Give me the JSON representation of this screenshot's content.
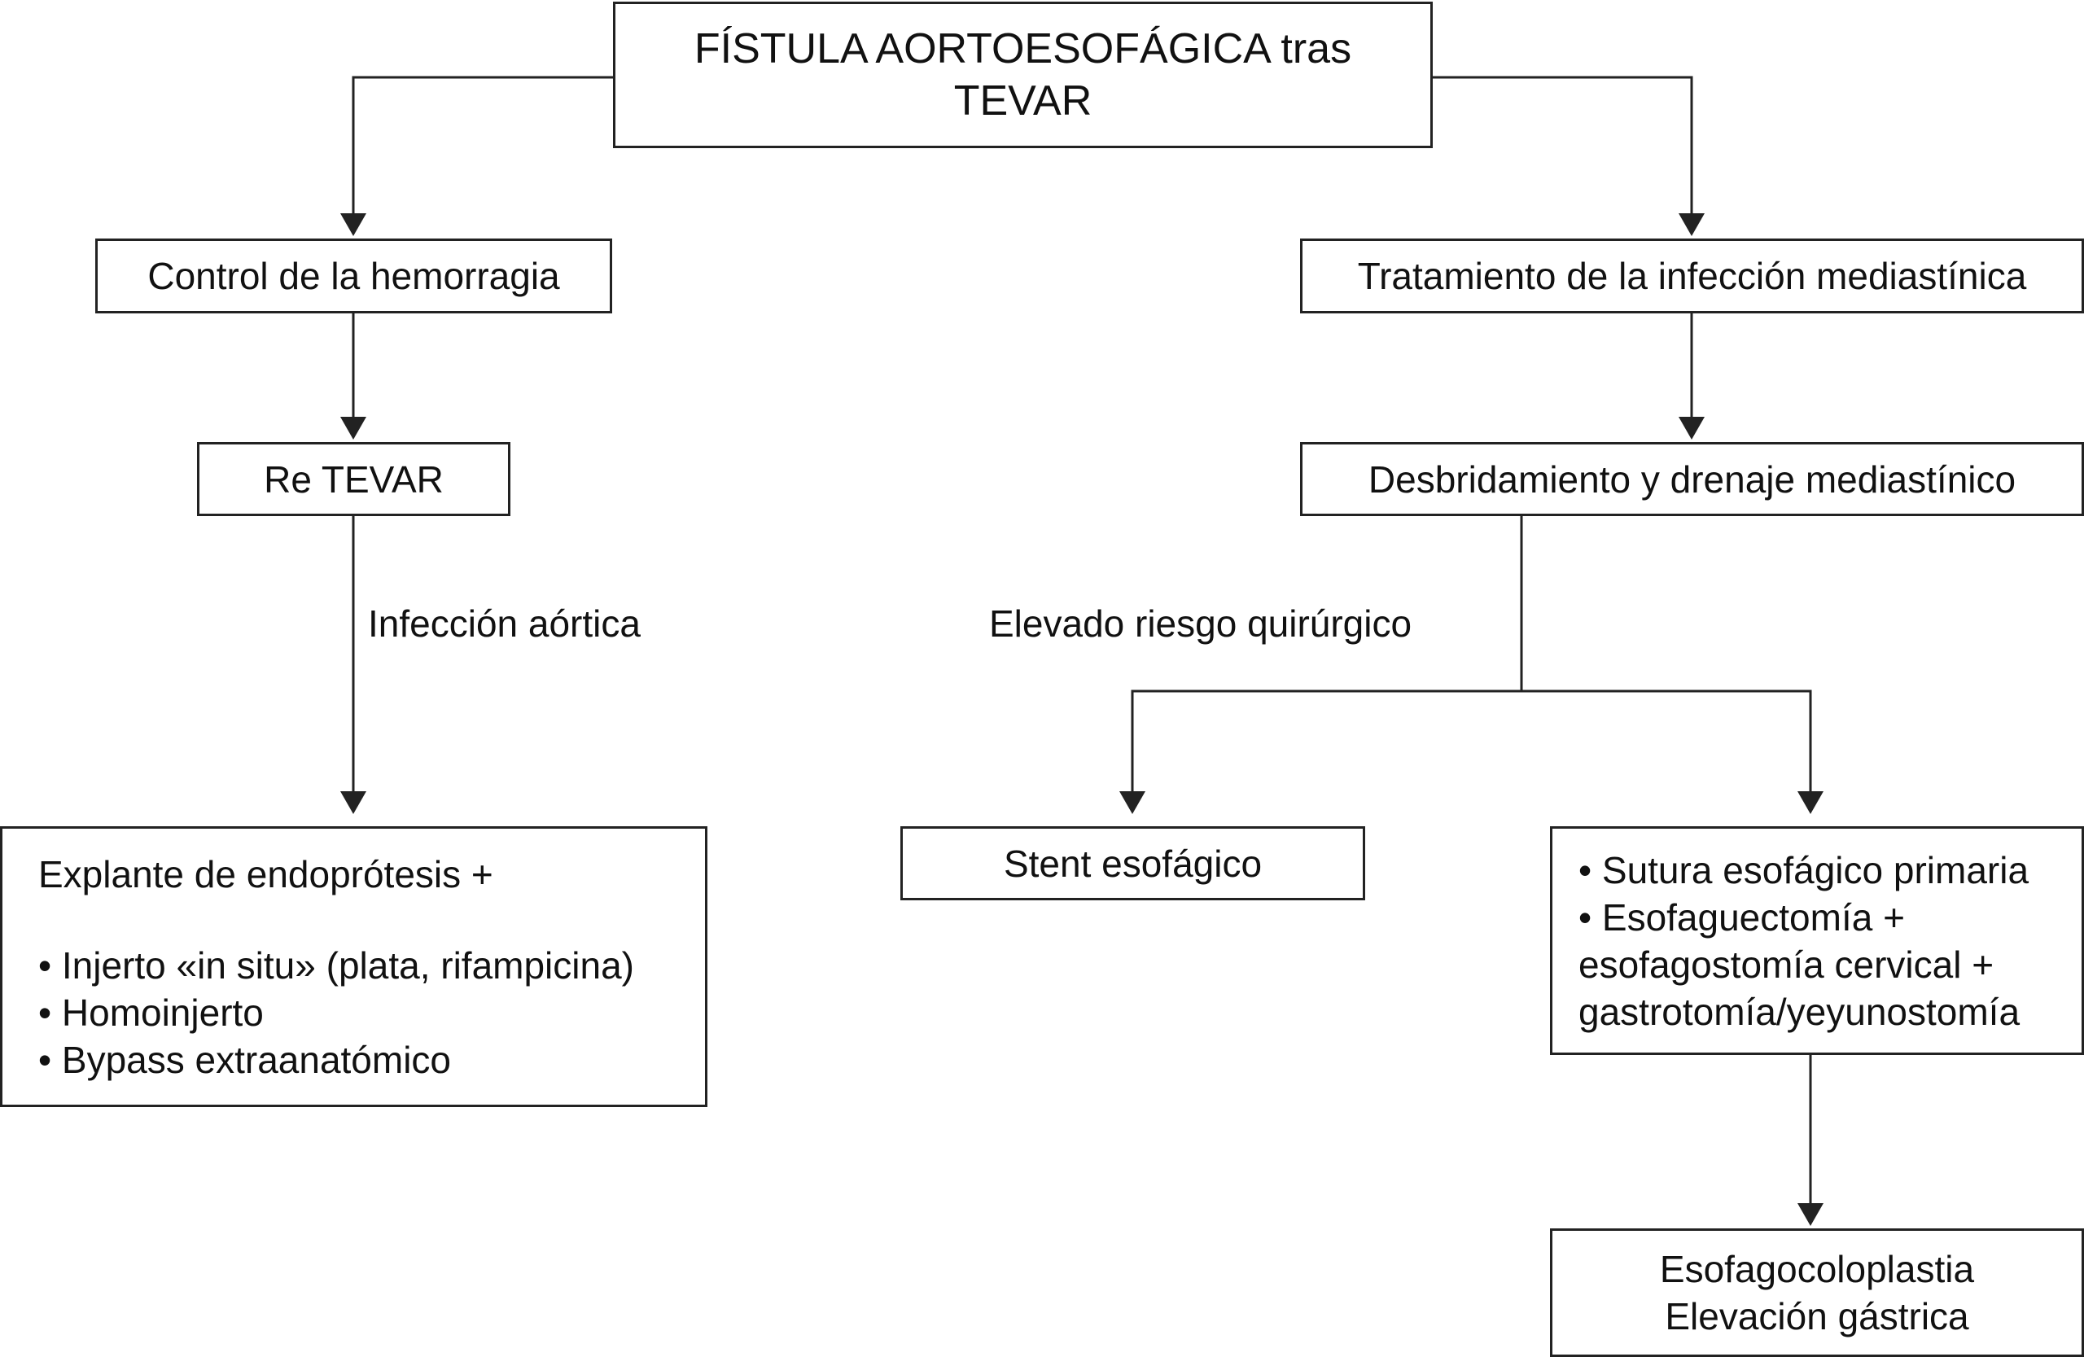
{
  "title": {
    "line1": "FÍSTULA AORTOESOFÁGICA tras",
    "line2": "TEVAR"
  },
  "left_branch": {
    "control": "Control de la hemorragia",
    "retevar": "Re TEVAR",
    "edge_label": "Infección aórtica",
    "explant": {
      "heading": "Explante de endoprótesis +",
      "items": [
        "• Injerto «in situ» (plata, rifampicina)",
        "• Homoinjerto",
        "• Bypass extraanatómico"
      ]
    }
  },
  "right_branch": {
    "treatment": "Tratamiento de la infección mediastínica",
    "debridement": "Desbridamiento y drenaje mediastínico",
    "edge_label": "Elevado riesgo quirúrgico",
    "stent": "Stent esofágico",
    "surgery": [
      "• Sutura esofágico primaria",
      "• Esofaguectomía +",
      "esofagostomía cervical +",
      "gastrotomía/yeyunostomía"
    ],
    "reconstruction": [
      "Esofagocoloplastia",
      "Elevación gástrica"
    ]
  },
  "colors": {
    "stroke": "#222222",
    "text": "#111111",
    "background": "#ffffff"
  }
}
